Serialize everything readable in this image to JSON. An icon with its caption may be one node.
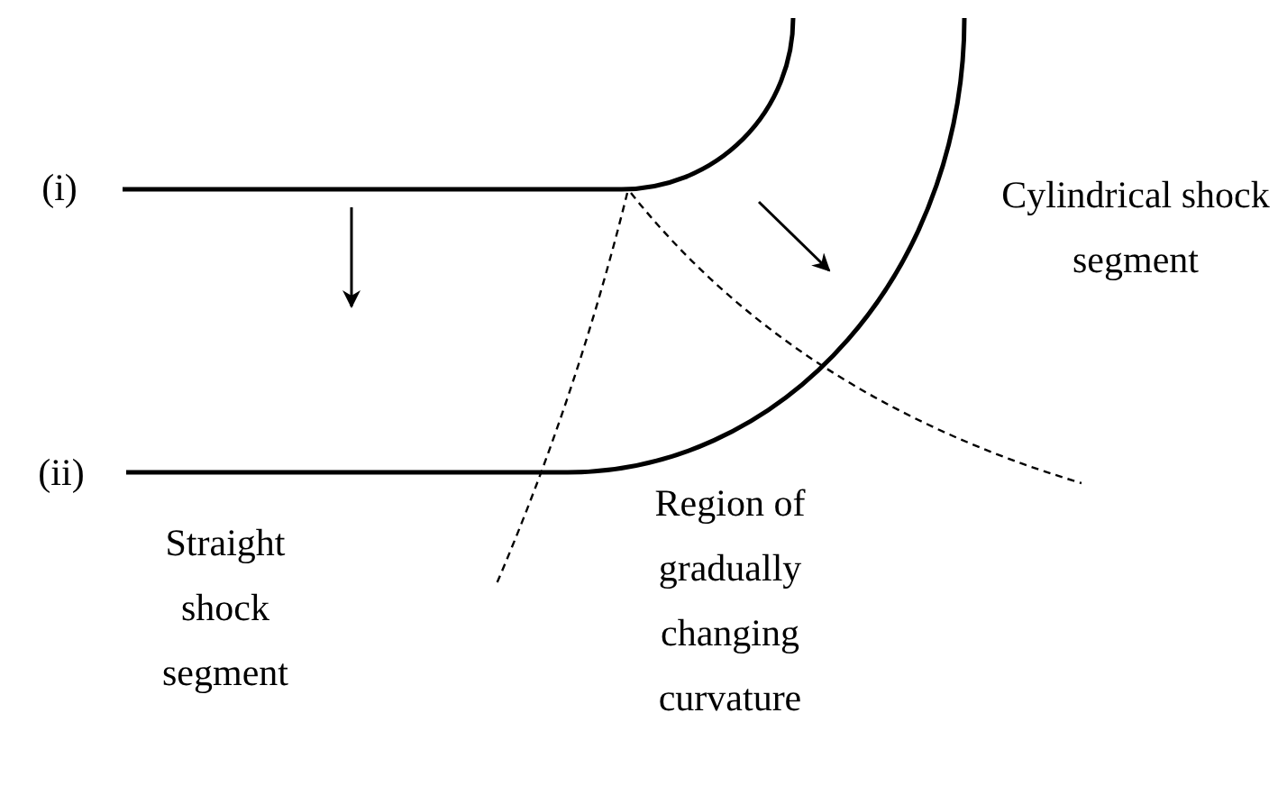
{
  "diagram": {
    "labels": [
      "(i)",
      "(ii)",
      "Straight shock segment",
      "Region of gradually changing curvature",
      "Cylindrical shock segment"
    ]
  }
}
